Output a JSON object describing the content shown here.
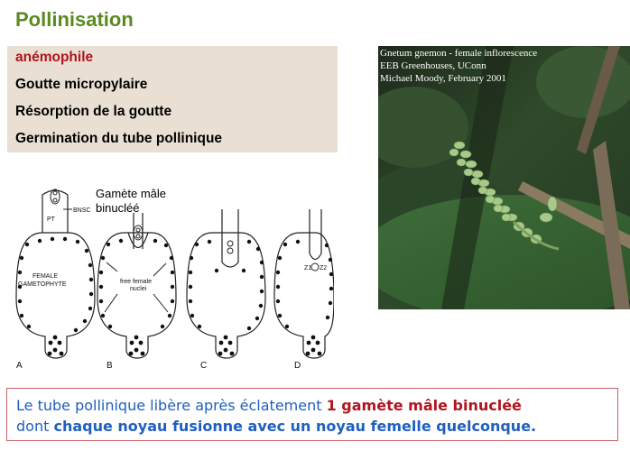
{
  "slide": {
    "title": "Pollinisation",
    "bullets": [
      "anémophile",
      "Goutte micropylaire",
      "Résorption de la goutte",
      "Germination du tube pollinique"
    ],
    "accent_red": "#b0141e",
    "title_green": "#5b8a1f"
  },
  "photo": {
    "caption_lines": [
      "Gnetum gnemon - female inflorescence",
      "EEB Greenhouses, UConn",
      "Michael Moody, February 2001"
    ]
  },
  "diagram": {
    "callout_lines": [
      "Gamète mâle",
      "binucléé"
    ],
    "label_bnsc": "BNSC",
    "label_pt": "PT",
    "label_female_1": "FEMALE",
    "label_female_2": "GAMETOPHYTE",
    "label_free_1": "free female",
    "label_free_2": "nuclei",
    "label_z1": "Z1",
    "label_z2": "Z2",
    "panels": [
      "A",
      "B",
      "C",
      "D"
    ]
  },
  "summary": {
    "line1_part1": "Le tube pollinique libère après éclatement ",
    "line1_part2": "1 gamète mâle binucléé",
    "line2_part1": "dont ",
    "line2_part2": "chaque noyau fusionne avec un noyau femelle quelconque."
  }
}
